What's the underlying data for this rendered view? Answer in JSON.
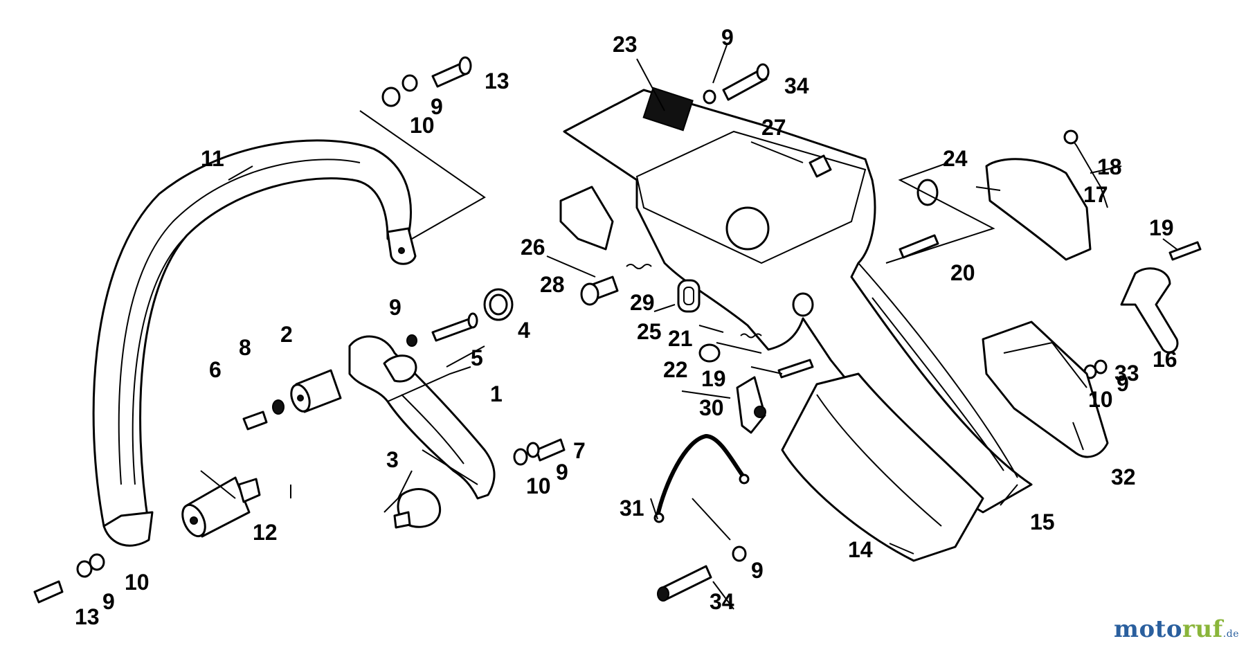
{
  "watermark": {
    "brand_a": "moto",
    "brand_b": "ruf",
    "domain": ".de"
  },
  "labels": {
    "p1": "1",
    "p2": "2",
    "p3": "3",
    "p4": "4",
    "p5": "5",
    "p6": "6",
    "p7": "7",
    "p8": "8",
    "p9_a": "9",
    "p9_b": "9",
    "p9_c": "9",
    "p9_d": "9",
    "p9_e": "9",
    "p9_f": "9",
    "p10_a": "10",
    "p10_b": "10",
    "p10_c": "10",
    "p10_d": "10",
    "p11": "11",
    "p12": "12",
    "p13_a": "13",
    "p13_b": "13",
    "p14": "14",
    "p15": "15",
    "p16": "16",
    "p17": "17",
    "p18": "18",
    "p19_a": "19",
    "p19_b": "19",
    "p20": "20",
    "p21": "21",
    "p22": "22",
    "p23": "23",
    "p24": "24",
    "p25": "25",
    "p26": "26",
    "p27": "27",
    "p28": "28",
    "p29": "29",
    "p30": "30",
    "p31": "31",
    "p32": "32",
    "p33": "33",
    "p34_a": "34",
    "p34_b": "34"
  }
}
